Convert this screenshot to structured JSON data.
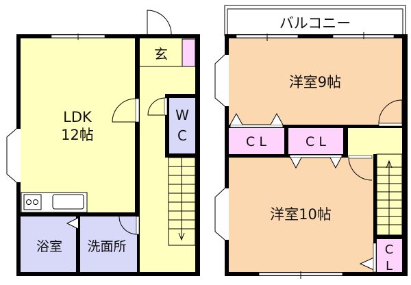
{
  "floor1": {
    "ldk": {
      "name": "LDK",
      "size": "12帖"
    },
    "entrance": "玄",
    "wc": [
      "W",
      "C"
    ],
    "bath": "浴室",
    "washroom": "洗面所"
  },
  "floor2": {
    "balcony": "バルコニー",
    "room_top": "洋室9帖",
    "room_bottom": "洋室10帖",
    "closet1": "C L",
    "closet2": "C L",
    "closet3": [
      "C",
      "L"
    ]
  },
  "colors": {
    "yellow": "#ffffc0",
    "lavender": "#d8d8f8",
    "pink": "#ffd4fc",
    "peach": "#fcd8b0",
    "wall": "#000000"
  }
}
